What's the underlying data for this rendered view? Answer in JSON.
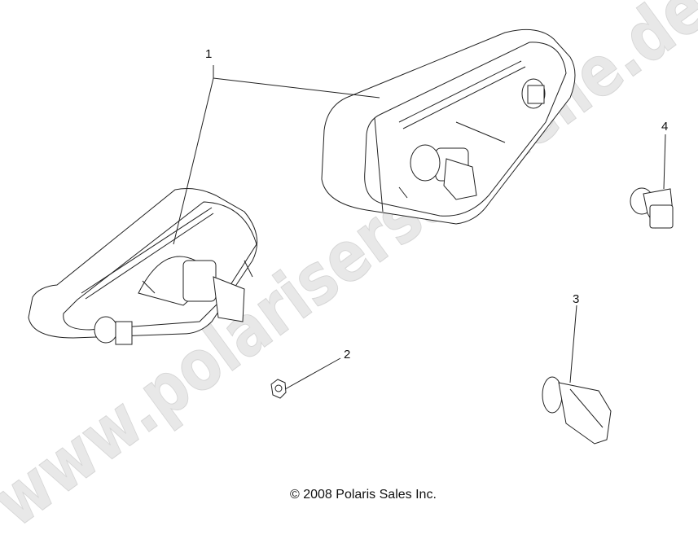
{
  "diagram": {
    "callouts": [
      {
        "id": "1",
        "label": "1"
      },
      {
        "id": "2",
        "label": "2"
      },
      {
        "id": "3",
        "label": "3"
      },
      {
        "id": "4",
        "label": "4"
      }
    ],
    "copyright": "© 2008 Polaris Sales Inc.",
    "watermark": "www.polarisersatzteile.de"
  }
}
